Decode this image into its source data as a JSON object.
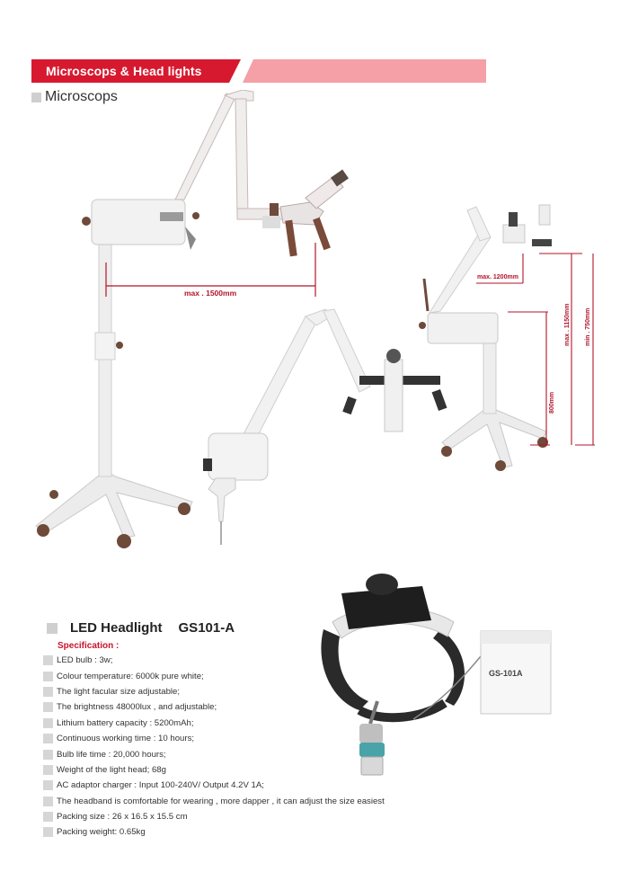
{
  "header": {
    "banner_title": "Microscops & Head lights"
  },
  "section": {
    "title": "Microscops"
  },
  "figure": {
    "dim_reach": "max . 1500mm",
    "dim_arm": "max. 1200mm",
    "dim_height_min": "800mm",
    "dim_height_max": "max . 1150mm",
    "dim_height_min2": "min . 750mm"
  },
  "led": {
    "title": "LED Headlight",
    "model": "GS101-A",
    "spec_label": "Specification :",
    "specs": [
      "LED bulb : 3w;",
      "Colour temperature: 6000k pure white;",
      "The light facular size adjustable;",
      "The brightness 48000lux , and adjustable;",
      "Lithium battery capacity : 5200mAh;",
      "Continuous working time : 10 hours;",
      "Bulb life time : 20,000 hours;",
      "Weight of the light head; 68g",
      "AC adaptor charger : Input 100-240V/ Output 4.2V 1A;",
      "The headband is comfortable for wearing , more dapper , it can adjust the size easiest",
      "Packing size : 26 x 16.5 x 15.5 cm",
      "Packing weight: 0.65kg"
    ],
    "box_label": "GS-101A"
  },
  "colors": {
    "banner_dark": "#d7192f",
    "banner_light": "#f4a0a6",
    "dimension": "#b3142b"
  }
}
